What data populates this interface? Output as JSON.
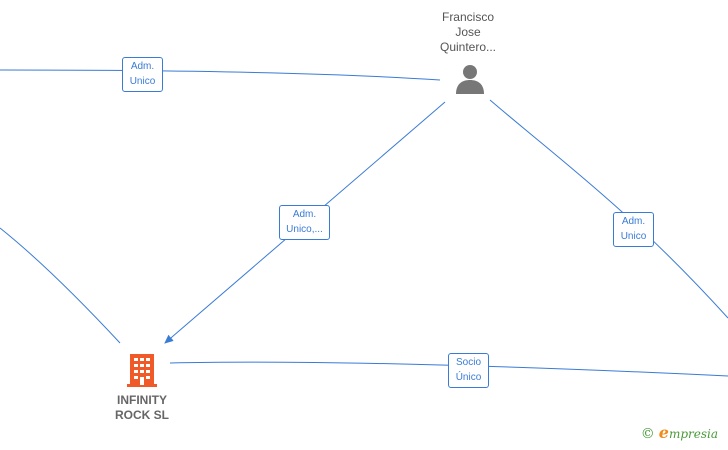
{
  "nodes": {
    "person": {
      "lines": [
        "Francisco",
        "Jose",
        "Quintero..."
      ]
    },
    "company": {
      "lines": [
        "INFINITY",
        "ROCK  SL"
      ]
    }
  },
  "edges": {
    "top_left": {
      "lines": [
        "Adm.",
        "Unico"
      ]
    },
    "person_to_company": {
      "lines": [
        "Adm.",
        "Unico,..."
      ]
    },
    "person_to_right": {
      "lines": [
        "Adm.",
        "Unico"
      ]
    },
    "company_to_right": {
      "lines": [
        "Socio",
        "Único"
      ]
    }
  },
  "brand": {
    "copyright": "©",
    "initial": "e",
    "rest": "mpresia"
  },
  "colors": {
    "edge": "#3a7bd5",
    "company_icon": "#f05a28",
    "person_icon": "#777777",
    "brand_green": "#4a9a3a",
    "brand_orange": "#f08a1a"
  }
}
